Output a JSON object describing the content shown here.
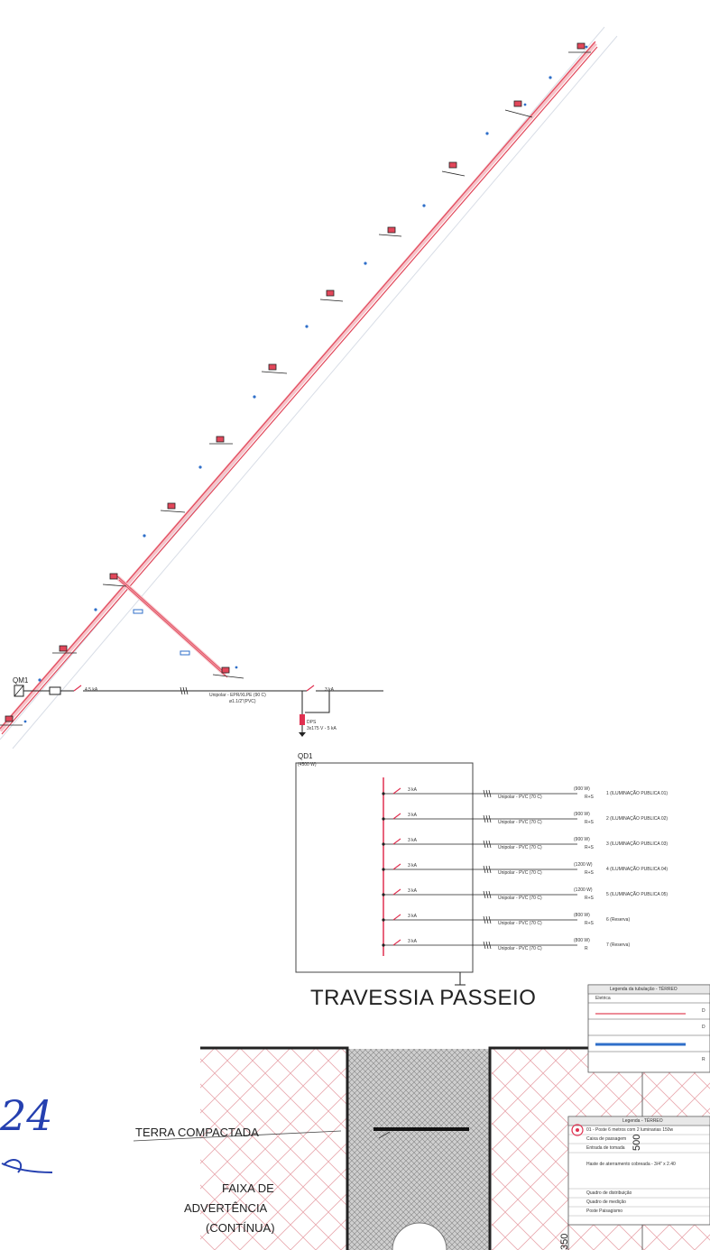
{
  "colors": {
    "conduit": "#e2475a",
    "conduit_fill": "#f6c3c9",
    "marker_blue": "#2f6fc9",
    "breaker_red": "#e03050",
    "ink": "#222222",
    "hatch": "#e8a8ae",
    "signature": "#2540b0"
  },
  "single_line": {
    "qm1_label": "QM1",
    "qm1_breaker": "4.5 kA",
    "feeder_cable": "Unipolar - EPR/XLPE (90 C)",
    "feeder_conduit": "ø1.1/2\"(PVC)",
    "qd1_label": "QD1",
    "qd1_power": "(4500 W)",
    "main_breaker": "3 kA",
    "dps_label": "DPS",
    "dps_spec": "3x175 V - 5 kA",
    "circuits": [
      {
        "breaker": "3 kA",
        "cable": "Unipolar - PVC (70 C)",
        "power": "(900 W)",
        "phase": "R+S",
        "desc": "1 (ILUMINAÇÃO PUBLICA 01)"
      },
      {
        "breaker": "3 kA",
        "cable": "Unipolar - PVC (70 C)",
        "power": "(900 W)",
        "phase": "R+S",
        "desc": "2 (ILUMINAÇÃO PUBLICA 02)"
      },
      {
        "breaker": "3 kA",
        "cable": "Unipolar - PVC (70 C)",
        "power": "(900 W)",
        "phase": "R+S",
        "desc": "3 (ILUMINAÇÃO PUBLICA 03)"
      },
      {
        "breaker": "3 kA",
        "cable": "Unipolar - PVC (70 C)",
        "power": "(1200 W)",
        "phase": "R+S",
        "desc": "4 (ILUMINAÇÃO PUBLICA 04)"
      },
      {
        "breaker": "3 kA",
        "cable": "Unipolar - PVC (70 C)",
        "power": "(1200 W)",
        "phase": "R+S",
        "desc": "5 (ILUMINAÇÃO PUBLICA 05)"
      },
      {
        "breaker": "3 kA",
        "cable": "Unipolar - PVC (70 C)",
        "power": "(800 W)",
        "phase": "R+S",
        "desc": "6 (Reserva)"
      },
      {
        "breaker": "3 kA",
        "cable": "Unipolar - PVC (70 C)",
        "power": "(800 W)",
        "phase": "R",
        "desc": "7 (Reserva)"
      }
    ]
  },
  "section": {
    "title": "TRAVESSIA PASSEIO",
    "label_soil": "TERRA COMPACTADA",
    "label_tape_1": "FAIXA DE",
    "label_tape_2": "ADVERTÊNCIA",
    "label_tape_3": "(CONTÍNUA)",
    "dim_500": "500",
    "dim_350": "350"
  },
  "legend_wiring": {
    "title": "Legenda da tubulação - TÉRREO",
    "header": "Eletrica",
    "rows": [
      "D",
      "D",
      "",
      "R"
    ]
  },
  "legend_symbols": {
    "title": "Legenda - TÉRREO",
    "rows": [
      "01 - Poste 6 metros com 2 luminarias 150w",
      "Caixa de passagem",
      "Entrada de tomada",
      "Haste de aterramento cobreada - 3/4\" x 2.40",
      "Quadro de distribuição",
      "Quadro de medição",
      "Poste Paisagismo"
    ]
  },
  "signature": {
    "scribble_text": "24"
  }
}
